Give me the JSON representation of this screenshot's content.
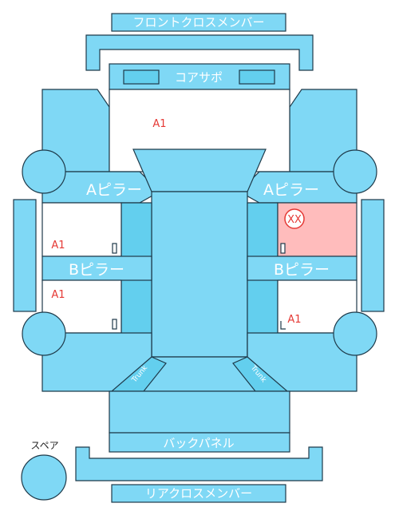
{
  "parts": {
    "front_cross_member": "フロントクロスメンバー",
    "core_support": "コアサポ",
    "a_pillar_left": "Aピラー",
    "a_pillar_right": "Aピラー",
    "b_pillar_left": "Bピラー",
    "b_pillar_right": "Bピラー",
    "back_panel": "バックパネル",
    "rear_cross_member": "リアクロスメンバー",
    "spare": "スペア",
    "trunk_left": "Trunk",
    "trunk_right": "Trunk"
  },
  "codes": {
    "hood": "A1",
    "left_front_door": "A1",
    "left_rear_door": "A1",
    "right_rear_door": "A1",
    "right_front_door": "XX"
  },
  "colors": {
    "part_fill": "#7fd8f5",
    "damaged_fill": "#ffbcbc",
    "code_color": "#e53935"
  }
}
